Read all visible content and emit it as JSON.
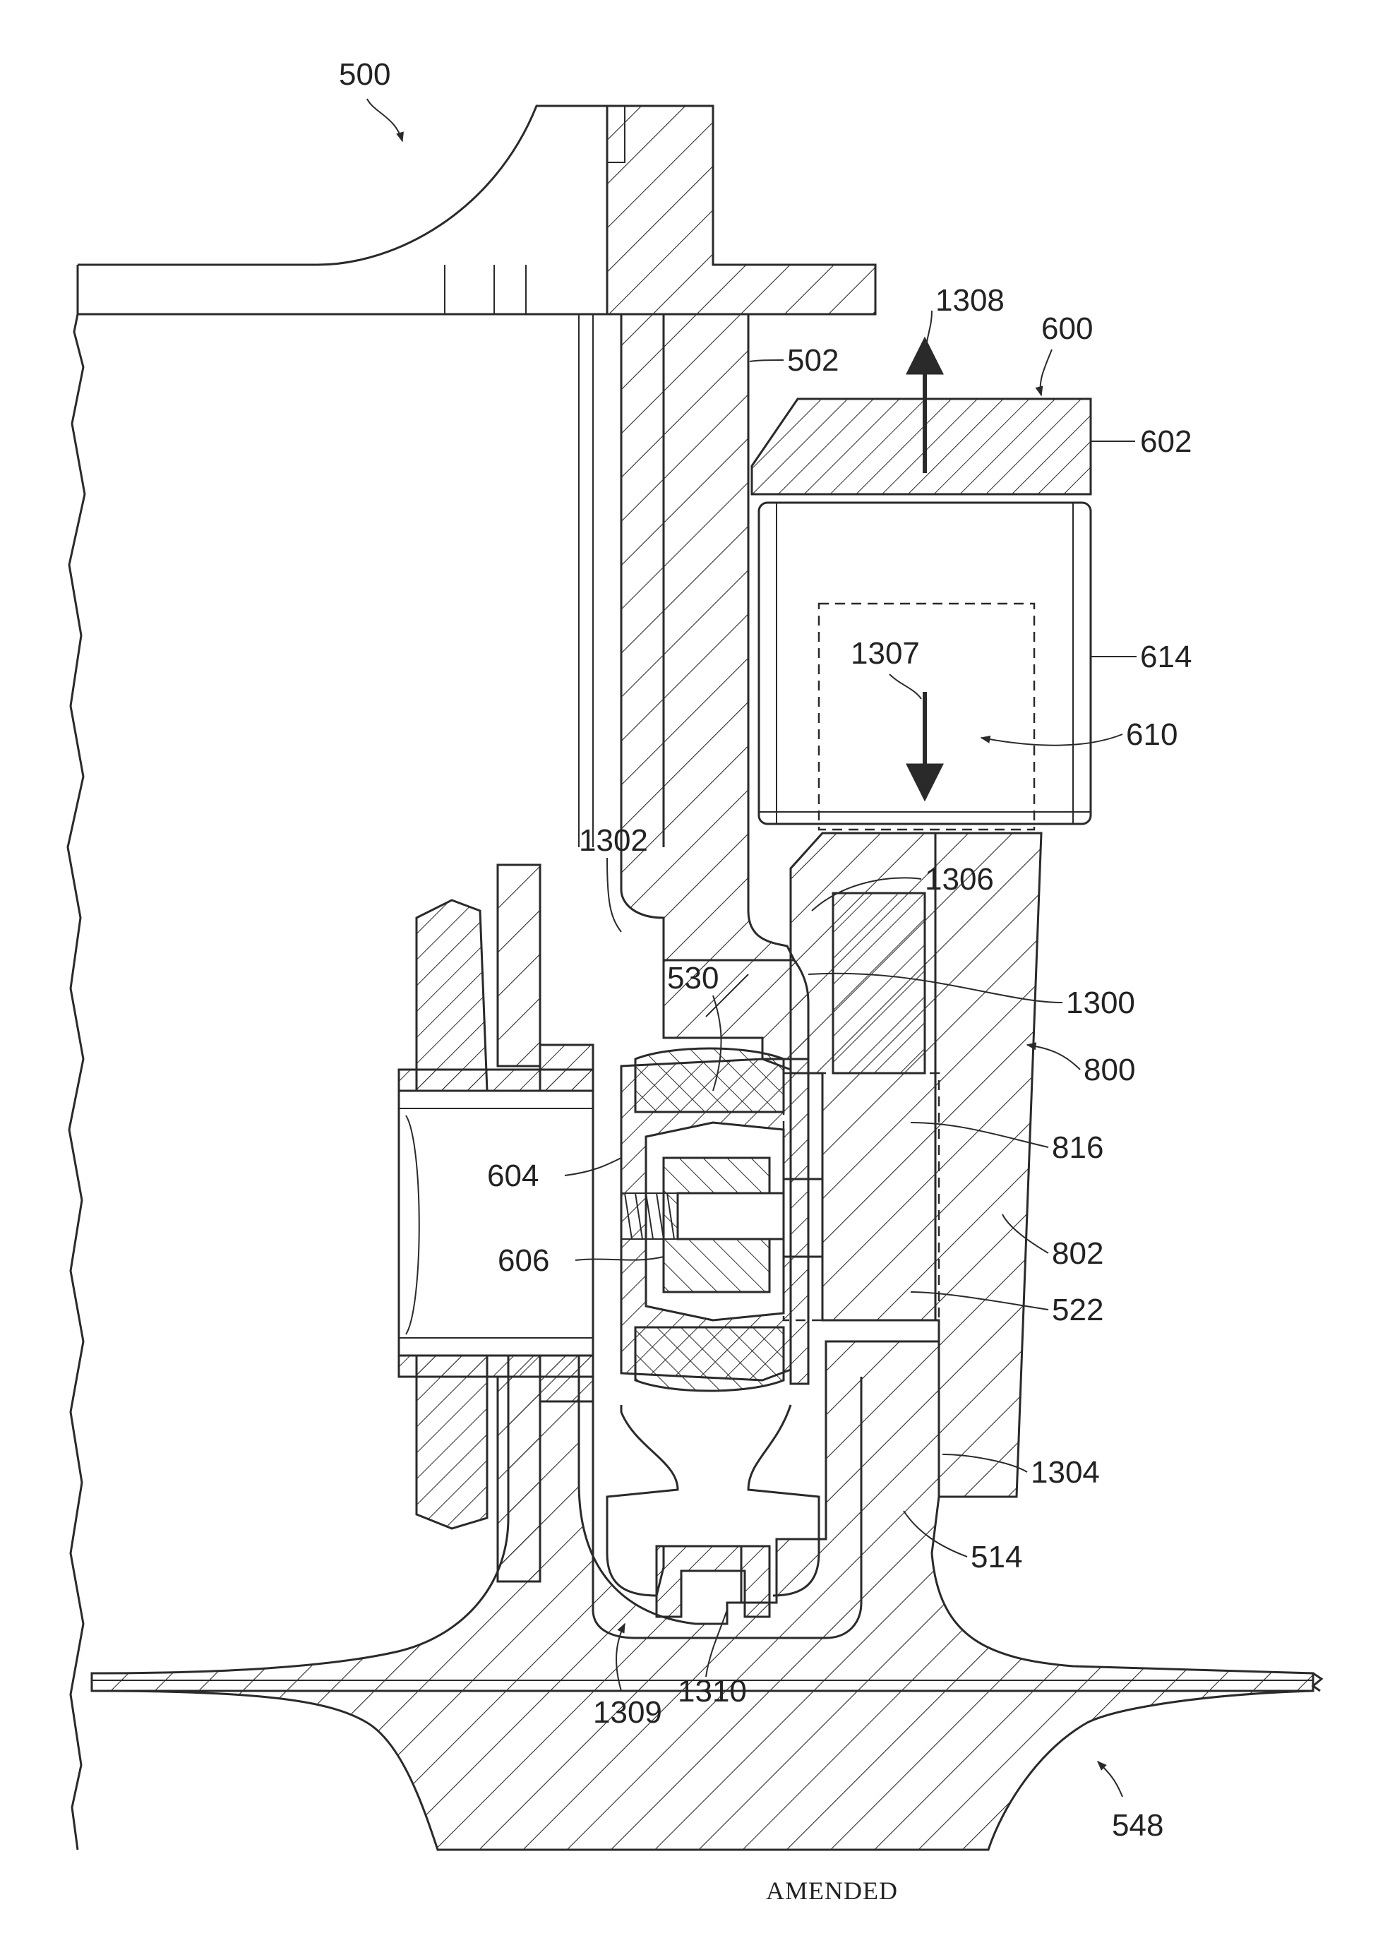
{
  "figure": {
    "reference_labels": {
      "assembly": "500",
      "rotor": "548",
      "wall": "502",
      "actuator": "600",
      "actuator_cap": "602",
      "actuator_body": "614",
      "actuator_arrow": "610",
      "pin": "604",
      "pin_head": "606",
      "ring": "530",
      "clevis": "800",
      "clevis_body": "802",
      "clevis_lug": "816",
      "bushing": "522",
      "lower_gap": "1304",
      "stem": "514",
      "fillet_left": "1302",
      "fillet_right": "1306",
      "gap": "1300",
      "down_arrow": "1307",
      "up_arrow": "1308",
      "groove": "1309",
      "clip": "1310"
    },
    "stamp": "AMENDED"
  },
  "colors": {
    "line": "#2a2a2a",
    "background": "#ffffff"
  }
}
